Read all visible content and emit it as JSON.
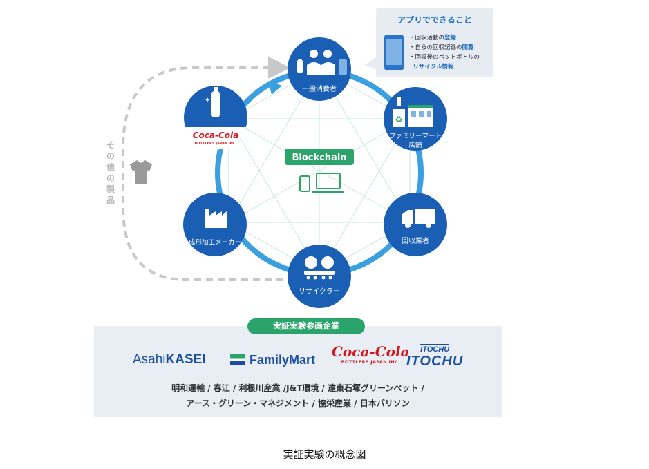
{
  "callout": {
    "title": "アプリでできること",
    "items": [
      {
        "prefix": "・回収活動の",
        "highlight": "登録"
      },
      {
        "prefix": "・自らの回収記録の",
        "highlight": "閲覧"
      },
      {
        "prefix": "・回収後のペットボトルの",
        "highlight": ""
      },
      {
        "prefix": "",
        "highlight": "リサイクル情報"
      }
    ]
  },
  "center": {
    "label": "Blockchain"
  },
  "nodes": {
    "consumer": "一般消費者",
    "familymart_1": "ファミリーマート",
    "familymart_2": "店舗",
    "collector": "回収業者",
    "recycler": "リサイクラー",
    "processor": "成形加工メーカー",
    "coke_logo_script": "Coca-Cola",
    "coke_logo_sub": "BOTTLERS JAPAN INC."
  },
  "side_label": "その他の製品",
  "participants": {
    "badge": "実証実験参画企業",
    "logos": {
      "asahi_light": "Asahi",
      "asahi_bold": "KASEI",
      "familymart": "FamilyMart",
      "coke_script": "Coca-Cola",
      "coke_sub": "BOTTLERS JAPAN INC.",
      "itochu_top": "ITOCHU",
      "itochu_main": "ITOCHU"
    },
    "members_line1": "明和運輸 / 春江 / 利根川産業 /J&T環境 / 遠東石塚グリーンペット /",
    "members_line2": "アース・グリーン・マネジメント / 協栄産業 / 日本パリソン"
  },
  "caption": "実証実験の概念図",
  "colors": {
    "node_blue": "#1a5fb4",
    "ring_blue": "#3aa0e0",
    "green": "#2aa46a",
    "gray_arrow": "#c8c8c8",
    "coke_red": "#d2161e"
  }
}
